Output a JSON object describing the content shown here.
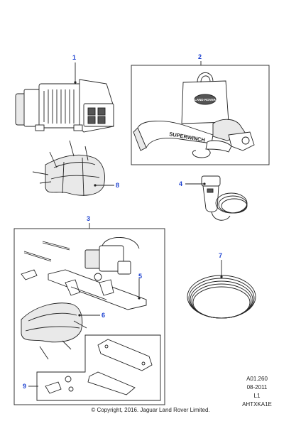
{
  "callouts": {
    "c1": "1",
    "c2": "2",
    "c3": "3",
    "c4": "4",
    "c5": "5",
    "c6": "6",
    "c7": "7",
    "c8": "8",
    "c9": "9"
  },
  "labels": {
    "strap_text": "SUPERWINCH",
    "bag_logo": "LAND ROVER"
  },
  "reference": {
    "code": "A01.260",
    "date": "08-2011",
    "level": "L1",
    "illustration_id": "AHTXKA1E"
  },
  "footer": {
    "copyright": "© Copyright, 2016. Jaguar Land Rover Limited."
  },
  "colors": {
    "callout": "#1a3fd0",
    "line": "#222222"
  }
}
